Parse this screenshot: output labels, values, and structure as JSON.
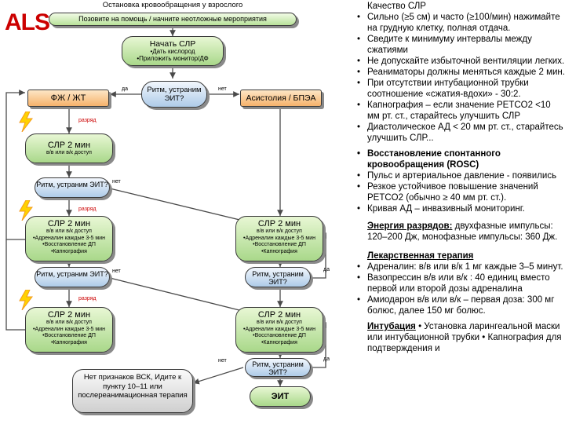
{
  "title": "Остановка кровообращения у взрослого",
  "logo": "ALS",
  "nodes": {
    "call_help": "Позовите на помощь / начните неотложные мероприятия",
    "start_cpr": "Начать СЛР",
    "start_items": [
      "•Дать кислород",
      "•Приложить монитор/ДФ"
    ],
    "rhythm_shockable_q": "Ритм, устраним ЭИТ?",
    "vf": "ФЖ / ЖТ",
    "asystole": "Асистолия / БПЭА",
    "cpr1": "СЛР 2 мин",
    "cpr1_sub": "в/в или в/к доступ",
    "rhythm2_q": "Ритм, устраним ЭИТ?",
    "cpr2_left": "СЛР 2 мин",
    "cpr2_left_items": [
      "в/в или в/к доступ",
      "•Адреналин каждые 3-5 мин",
      "•Восстановление ДП",
      "•Капнография"
    ],
    "cpr2_right": "СЛР 2 мин",
    "cpr2_right_items": [
      "в/в или в/к доступ",
      "•Адреналин каждые 3-5 мин",
      "•Восстановление ДП",
      "•Капнография"
    ],
    "rhythm3_left_q": "Ритм, устраним ЭИТ?",
    "rhythm3_right_q": "Ритм, устраним ЭИТ?",
    "cpr3_left": "СЛР 2 мин",
    "cpr3_left_items": [
      "в/в или в/к доступ",
      "•Адреналин каждые 3-5 мин",
      "•Восстановление ДП",
      "•Капнография"
    ],
    "cpr3_right": "СЛР 2 мин",
    "cpr3_right_items": [
      "в/в или в/к доступ",
      "•Адреналин каждые 3-5 мин",
      "•Восстановление ДП",
      "•Капнография"
    ],
    "rhythm4_right_q": "Ритм, устраним ЭИТ?",
    "no_signs": "Нет признаков ВСК, Идите к пункту 10–11 или послереанимационная терапия",
    "rosc": "ЭИТ"
  },
  "labels": {
    "yes": "да",
    "no": "нет",
    "shock": "разряд"
  },
  "right_panel": {
    "cpr_quality_title": "Качество СЛР",
    "cpr_quality_items": [
      "Сильно (≥5 см) и часто (≥100/мин) нажимайте на грудную клетку, полная отдача.",
      "Сведите к минимуму интервалы между сжатиями",
      "Не допускайте избыточной вентиляции легких.",
      "Реаниматоры должны меняться каждые 2 мин.",
      "При отсутствии интубационной трубки соотношение «сжатия-вдохи» - 30:2.",
      "Капнография – если значение PETCO2 <10 мм рт. ст., старайтесь улучшить СЛР",
      "Диастолическое АД < 20 мм рт. ст., старайтесь улучшить СЛР..."
    ],
    "rosc_title": "Восстановление спонтанного кровообращения (ROSC)",
    "rosc_items": [
      "Пульс и артериальное давление - появились",
      "Резкое устойчивое повышение значений PETCO2 (обычно ≥ 40 мм рт. ст.).",
      "Кривая АД – инвазивный мониторинг."
    ],
    "shock_energy_label": "Энергия разрядов:",
    "shock_energy_text": "двухфазные импульсы: 120–200 Дж, монофазные импульсы: 360 Дж.",
    "drug_title": "Лекарственная терапия",
    "drug_items": [
      "Адреналин: в/в или в/к 1 мг каждые 3–5 минут.",
      "Вазопрессин в/в или в/к : 40 единиц вместо первой или второй дозы адреналина",
      "Амиодарон в/в или в/к – первая доза: 300 мг болюс, далее 150 мг болюс."
    ],
    "intubation_label": "Интубация",
    "intubation_text": "• Установка ларингеальной маски или интубационной трубки • Капнография для подтверждения и"
  },
  "colors": {
    "green_box": "#a9d88a",
    "blue_box": "#aecbe8",
    "orange_box": "#f6b26b",
    "arrow": "#4a4a4a",
    "logo_red": "#cc0000",
    "bolt_yellow": "#ffd200",
    "bolt_orange": "#f39a1e"
  }
}
